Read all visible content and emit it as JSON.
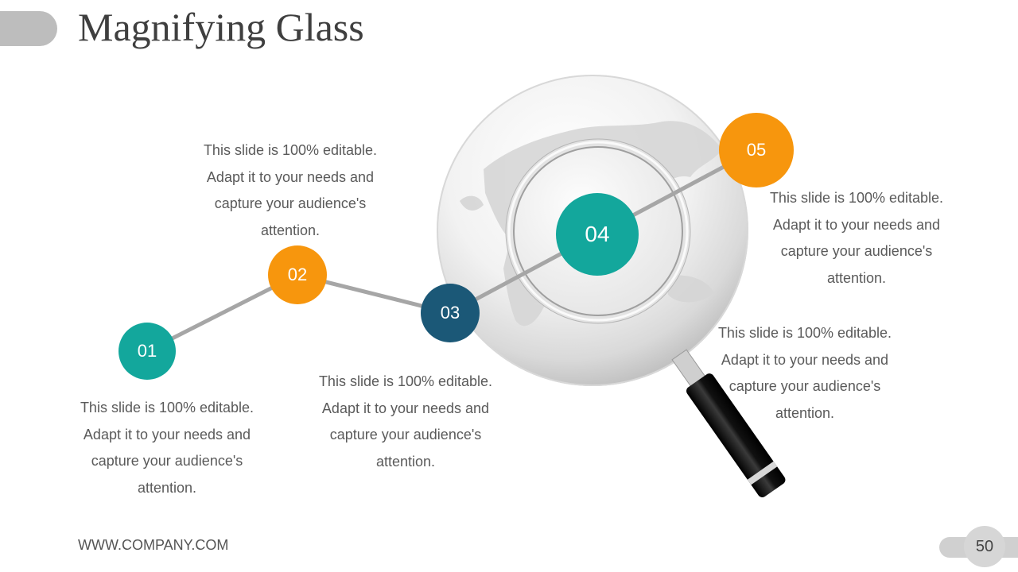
{
  "title": "Magnifying Glass",
  "footer": {
    "url": "WWW.COMPANY.COM",
    "page_number": "50"
  },
  "colors": {
    "teal": "#13a79c",
    "orange": "#f7960d",
    "navy": "#1b5877",
    "line": "#a6a6a6"
  },
  "steps": [
    {
      "number": "01",
      "color": "teal",
      "text": "This slide is 100% editable. Adapt it to your needs and capture your audience's attention."
    },
    {
      "number": "02",
      "color": "orange",
      "text": "This slide is 100% editable. Adapt it to your needs and capture your audience's attention."
    },
    {
      "number": "03",
      "color": "navy",
      "text": "This slide is 100% editable. Adapt it to your needs and capture your audience's attention."
    },
    {
      "number": "04",
      "color": "teal",
      "text": "This slide is 100% editable. Adapt it to your needs and capture your audience's attention."
    },
    {
      "number": "05",
      "color": "orange",
      "text": "This slide is 100% editable. Adapt it to your needs and capture your audience's attention."
    }
  ],
  "icons": {
    "globe": "globe-icon",
    "magnifier": "magnifying-glass-icon"
  }
}
